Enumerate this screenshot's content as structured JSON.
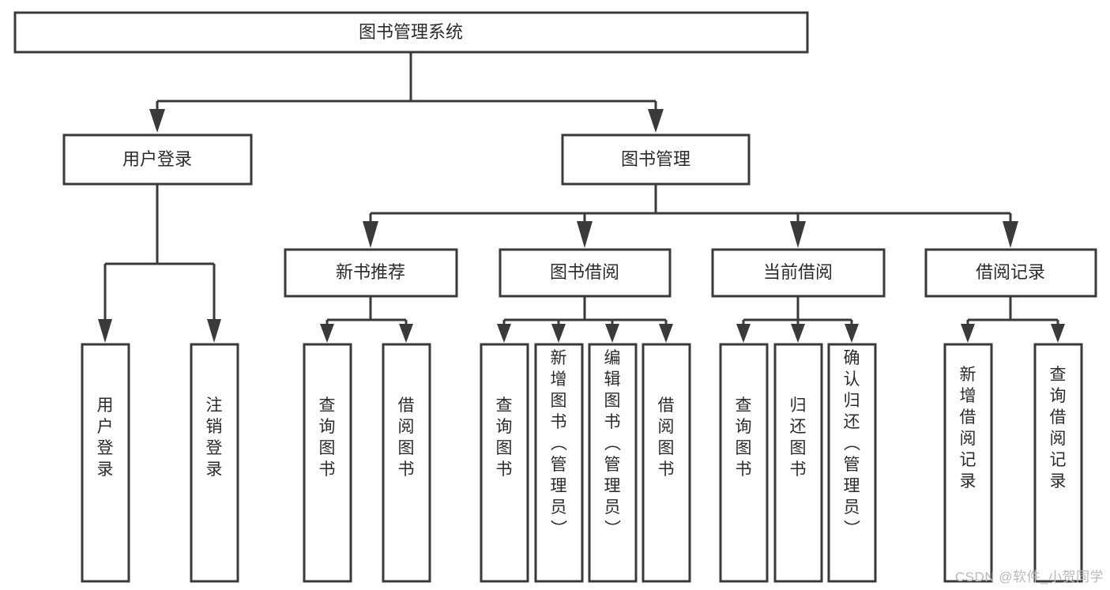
{
  "diagram": {
    "type": "tree-hierarchy",
    "title": "图书管理系统",
    "watermark": "CSDN @软件_小贺同学",
    "colors": {
      "box_fill": "#ffffff",
      "box_stroke": "#3a3a3a",
      "connector": "#3a3a3a",
      "text": "#2b2b2b",
      "watermark": "#b9b9b9",
      "background": "#ffffff"
    },
    "root": {
      "label": "图书管理系统",
      "orientation": "horizontal"
    },
    "level2": [
      {
        "label": "用户登录",
        "orientation": "horizontal"
      },
      {
        "label": "图书管理",
        "orientation": "horizontal"
      }
    ],
    "level3": [
      {
        "label": "新书推荐",
        "orientation": "horizontal",
        "parent": "图书管理"
      },
      {
        "label": "图书借阅",
        "orientation": "horizontal",
        "parent": "图书管理"
      },
      {
        "label": "当前借阅",
        "orientation": "horizontal",
        "parent": "图书管理"
      },
      {
        "label": "借阅记录",
        "orientation": "horizontal",
        "parent": "图书管理"
      }
    ],
    "leaves": {
      "user_login": [
        {
          "label": "用户登录",
          "orientation": "vertical"
        },
        {
          "label": "注销登录",
          "orientation": "vertical"
        }
      ],
      "new_book_recommend": [
        {
          "label": "查询图书",
          "orientation": "vertical"
        },
        {
          "label": "借阅图书",
          "orientation": "vertical"
        }
      ],
      "book_borrow": [
        {
          "label": "查询图书",
          "orientation": "vertical"
        },
        {
          "label": "新增图书（管理员）",
          "orientation": "vertical"
        },
        {
          "label": "编辑图书（管理员）",
          "orientation": "vertical"
        },
        {
          "label": "借阅图书",
          "orientation": "vertical"
        }
      ],
      "current_borrow": [
        {
          "label": "查询图书",
          "orientation": "vertical"
        },
        {
          "label": "归还图书",
          "orientation": "vertical"
        },
        {
          "label": "确认归还（管理员）",
          "orientation": "vertical"
        }
      ],
      "borrow_record": [
        {
          "label": "新增借阅记录",
          "orientation": "vertical"
        },
        {
          "label": "查询借阅记录",
          "orientation": "vertical"
        }
      ]
    }
  }
}
